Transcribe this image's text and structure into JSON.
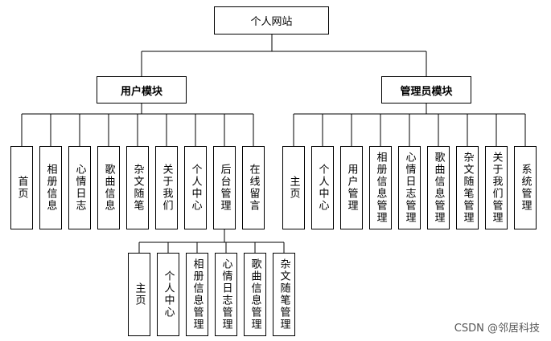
{
  "root": {
    "label": "个人网站"
  },
  "user_module": {
    "label": "用户模块",
    "children": [
      "首页",
      "相册信息",
      "心情日志",
      "歌曲信息",
      "杂文随笔",
      "关于我们",
      "个人中心",
      "后台管理",
      "在线留言"
    ]
  },
  "admin_module": {
    "label": "管理员模块",
    "children": [
      "主页",
      "个人中心",
      "用户管理",
      "相册信息管理",
      "心情日志管理",
      "歌曲信息管理",
      "杂文随笔管理",
      "关于我们管理",
      "系统管理"
    ]
  },
  "backend": {
    "children": [
      "主页",
      "个人中心",
      "相册信息管理",
      "心情日志管理",
      "歌曲信息管理",
      "杂文随笔管理"
    ]
  },
  "watermark": "CSDN @邻居科技"
}
